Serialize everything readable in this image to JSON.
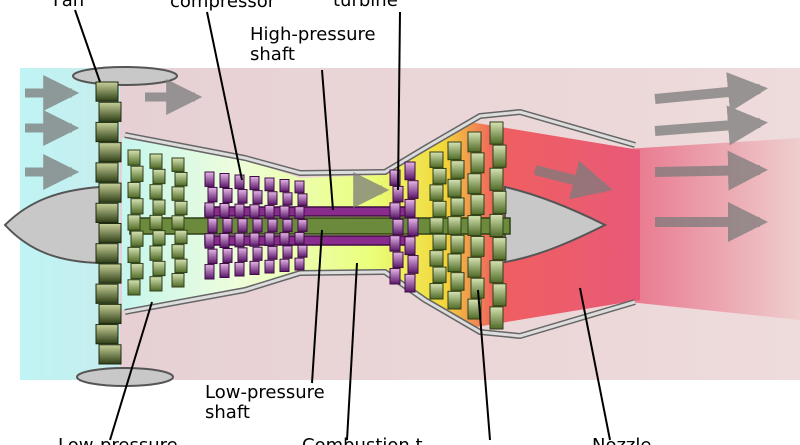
{
  "labels": {
    "fan": "Fan",
    "compressor_fragment": "compressor",
    "turbine_fragment": "turbine",
    "hp_shaft_line1": "High-pressure",
    "hp_shaft_line2": "shaft",
    "lp_shaft_line1": "Low-pressure",
    "lp_shaft_line2": "shaft",
    "low_pressure_fragment": "Low-pressure",
    "combustion_fragment": "Combustion t",
    "nozzle_fragment": "Nozzle"
  },
  "colors": {
    "bypass_background": "#e8cccc",
    "cold_air": "#bdf3f3",
    "compressor_zone": "#eaffd2",
    "combustion_zone": "#e8ff4a",
    "hot_exhaust": "#ea5a78",
    "low_pressure_blades": "#6b8a3c",
    "high_pressure_blades": "#8a2c8e",
    "casing": "#999999",
    "arrow": "#7c7c7c"
  }
}
